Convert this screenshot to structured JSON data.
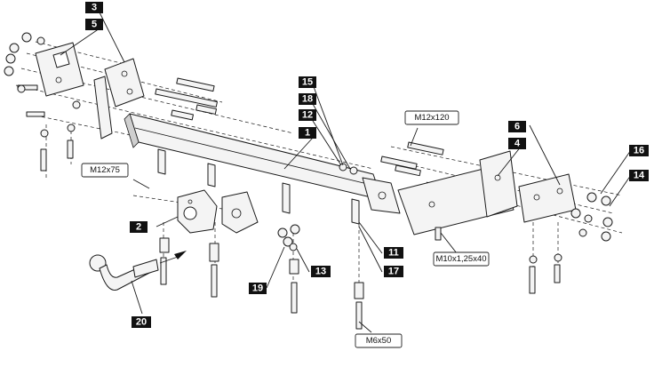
{
  "callouts": {
    "c3": "3",
    "c5": "5",
    "c15": "15",
    "c18": "18",
    "c12": "12",
    "c1": "1",
    "c6": "6",
    "c4": "4",
    "c16": "16",
    "c14": "14",
    "c2": "2",
    "c11": "11",
    "c17": "17",
    "c13": "13",
    "c19": "19",
    "c20": "20"
  },
  "specs": {
    "bolt_m12x120": "M12x120",
    "bolt_m12x75": "M12x75",
    "bolt_m10x125x40": "M10x1,25x40",
    "bolt_m6x50": "M6x50"
  }
}
